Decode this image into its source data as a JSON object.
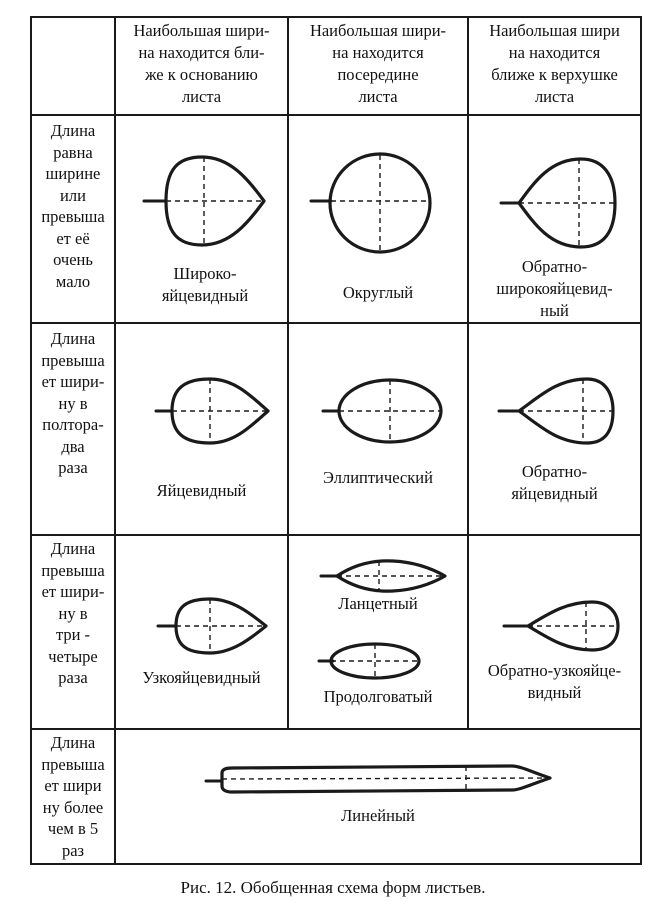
{
  "columns": {
    "c1": "Наибольшая шири-\nна находится бли-\nже к основанию\nлиста",
    "c2": "Наибольшая шири-\nна находится\nпосередине\nлиста",
    "c3": "Наибольшая шири\nна находится\nближе к верхушке\nлиста"
  },
  "rows": [
    {
      "label": "Длина\nравна\nширине\nили\nпревыша\nет её\nочень\nмало",
      "shapes": [
        "Широко-\nяйцевидный",
        "Округлый",
        "Обратно-\nширокояйцевид-\nный"
      ]
    },
    {
      "label": "Длина\nпревыша\nет шири-\nну в\nполтора-\nдва\nраза",
      "shapes": [
        "Яйцевидный",
        "Эллиптический",
        "Обратно-\nяйцевидный"
      ]
    },
    {
      "label": "Длина\nпревыша\nет шири-\nну в\nтри -\nчетыре\nраза",
      "shapes": [
        "Узкояйцевидный",
        "Ланцетный",
        "Продолговатый",
        "Обратно-узкояйце-\nвидный"
      ]
    },
    {
      "label": "Длина\nпревыша\nет шири\nну более\nчем в 5\nраз",
      "shapes": [
        "Линейный"
      ]
    }
  ],
  "caption": "Рис. 12. Обобщенная схема форм листьев."
}
